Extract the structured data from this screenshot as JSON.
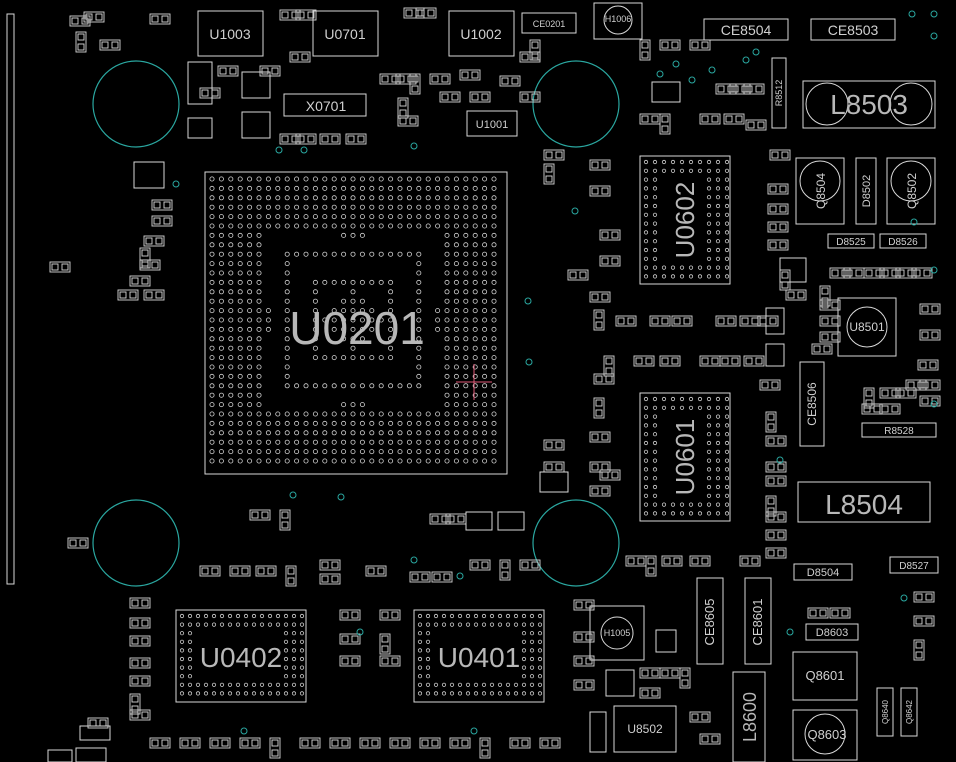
{
  "board": {
    "background": "#000000",
    "silkscreen_color": "#d8d8d8",
    "via_color": "#2aa7a0",
    "marker_color": "#e05a78"
  },
  "labels": {
    "u0201": "U0201",
    "u0602": "U0602",
    "u0601": "U0601",
    "u0402": "U0402",
    "u0401": "U0401",
    "u1003": "U1003",
    "u0701": "U0701",
    "u1002": "U1002",
    "u1001": "U1001",
    "x0701": "X0701",
    "ce0201": "CE0201",
    "h1006": "H1006",
    "h1005": "H1005",
    "ce8504": "CE8504",
    "ce8503": "CE8503",
    "l8503": "L8503",
    "l8504": "L8504",
    "l8600": "L8600",
    "r8512": "R8512",
    "q8504": "Q8504",
    "q8502": "Q8502",
    "d8502": "D8502",
    "d8525": "D8525",
    "d8526": "D8526",
    "u8501": "U8501",
    "ce8506": "CE8506",
    "r8528": "R8528",
    "d8504": "D8504",
    "d8527": "D8527",
    "d8603": "D8603",
    "q8601": "Q8601",
    "q8603": "Q8603",
    "ce8605": "CE8605",
    "ce8601": "CE8601",
    "u8502": "U8502",
    "q8640": "Q8640",
    "q8642": "Q8642"
  }
}
